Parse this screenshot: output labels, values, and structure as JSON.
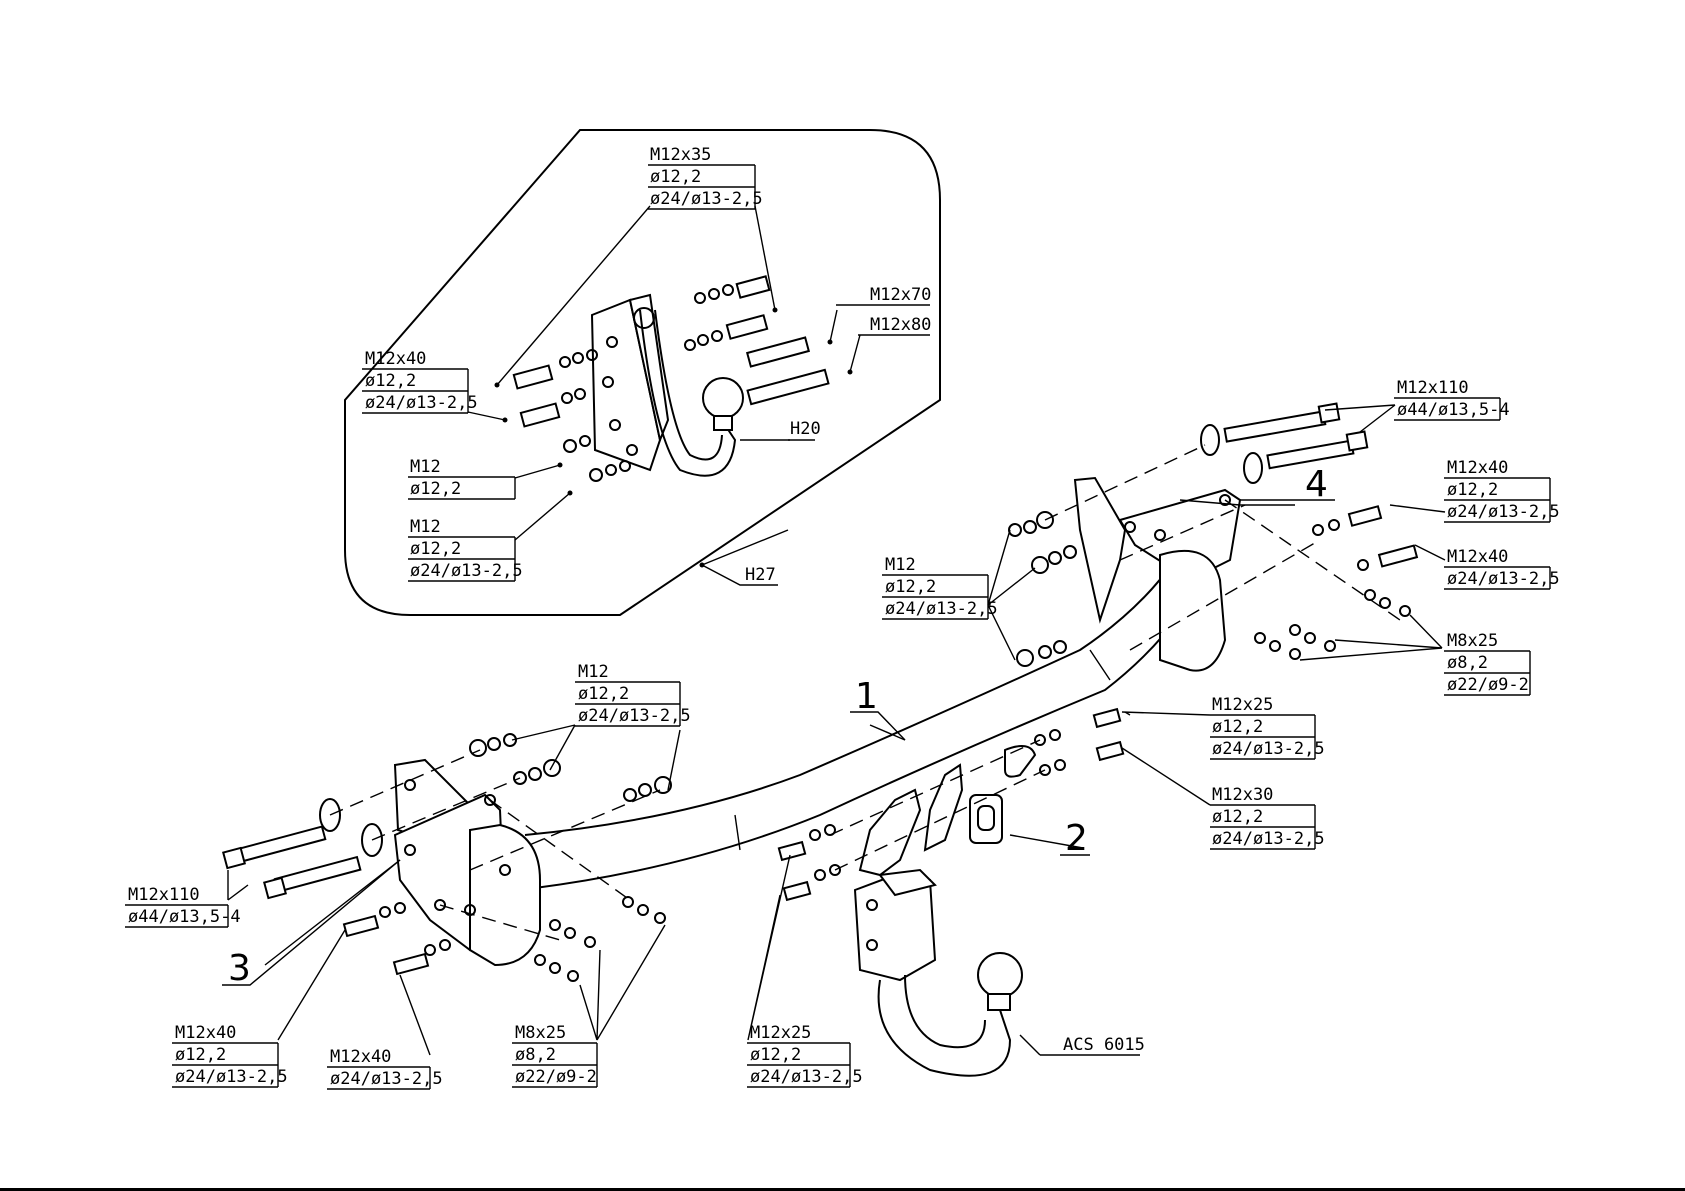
{
  "inset": {
    "top_bolt": [
      "M12x35",
      "ø12,2",
      "ø24/ø13-2,5"
    ],
    "left_bolt": [
      "M12x40",
      "ø12,2",
      "ø24/ø13-2,5"
    ],
    "bolt_70": "M12x70",
    "bolt_80": "M12x80",
    "nut_a": [
      "M12",
      "ø12,2"
    ],
    "nut_b": [
      "M12",
      "ø12,2",
      "ø24/ø13-2,5"
    ],
    "ball": "H20",
    "bracket": "H27"
  },
  "main": {
    "right_long_bolt": [
      "M12x110",
      "ø44/ø13,5-4"
    ],
    "right_bolt_a": [
      "M12x40",
      "ø12,2",
      "ø24/ø13-2,5"
    ],
    "right_bolt_b": [
      "M12x40",
      "ø24/ø13-2,5"
    ],
    "right_small_bolt": [
      "M8x25",
      "ø8,2",
      "ø22/ø9-2"
    ],
    "right_nuts": [
      "M12",
      "ø12,2",
      "ø24/ø13-2,5"
    ],
    "center_bolt_a": [
      "M12x25",
      "ø12,2",
      "ø24/ø13-2,5"
    ],
    "center_bolt_b": [
      "M12x30",
      "ø12,2",
      "ø24/ø13-2,5"
    ],
    "left_nuts": [
      "M12",
      "ø12,2",
      "ø24/ø13-2,5"
    ],
    "left_long_bolt": [
      "M12x110",
      "ø44/ø13,5-4"
    ],
    "left_bolt_a": [
      "M12x40",
      "ø12,2",
      "ø24/ø13-2,5"
    ],
    "left_bolt_b": [
      "M12x40",
      "ø24/ø13-2,5"
    ],
    "left_small_bolt": [
      "M8x25",
      "ø8,2",
      "ø22/ø9-2"
    ],
    "lower_bolt": [
      "M12x25",
      "ø12,2",
      "ø24/ø13-2,5"
    ],
    "ball": "ACS 6015"
  },
  "part_numbers": [
    "1",
    "2",
    "3",
    "4"
  ]
}
